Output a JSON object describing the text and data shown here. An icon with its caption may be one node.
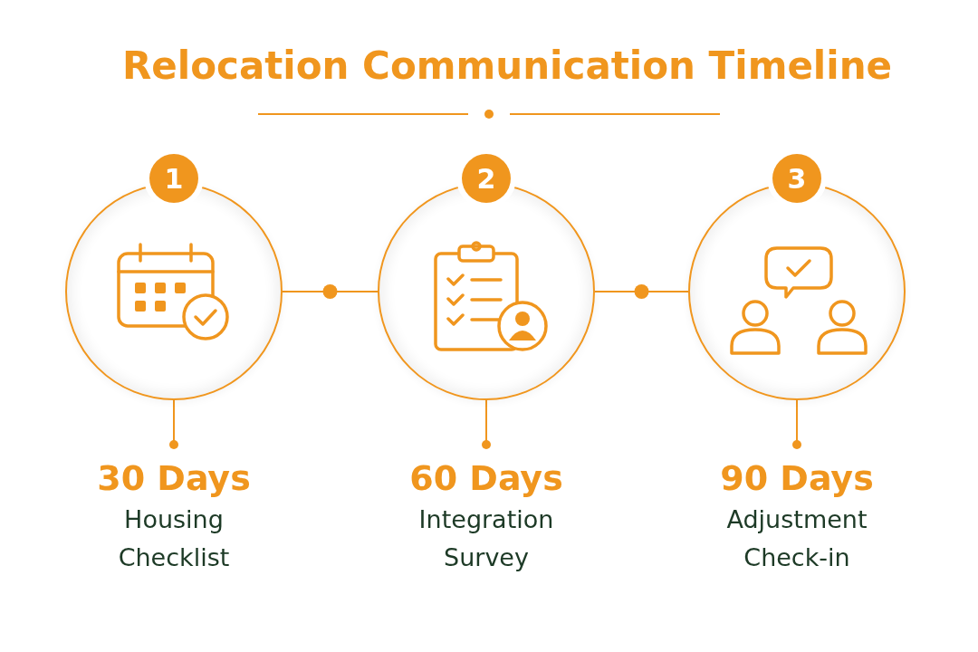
{
  "diagram": {
    "title": "Relocation Communication Timeline",
    "nodes": [
      {
        "text": [
          "1"
        ]
      },
      {
        "text": [],
        "shape": "circle"
      },
      {
        "text": [
          "30 Days",
          "Housing Checklist"
        ]
      },
      {
        "text": [
          "2"
        ]
      },
      {
        "text": [],
        "shape": "circle"
      },
      {
        "text": [
          "60 Days",
          "Integration Survey"
        ]
      },
      {
        "text": [
          "3"
        ]
      },
      {
        "text": [],
        "shape": "circle"
      },
      {
        "text": [
          "90 Days",
          "Adjustment Check-in"
        ]
      }
    ],
    "edges": [
      {
        "from": 1,
        "to": 4,
        "arrow": "none"
      },
      {
        "from": 4,
        "to": 7,
        "arrow": "none"
      },
      {
        "from": 1,
        "to": 2,
        "arrow": "other"
      },
      {
        "from": 4,
        "to": 5,
        "arrow": "other"
      },
      {
        "from": 7,
        "to": 8,
        "arrow": "other"
      }
    ]
  }
}
